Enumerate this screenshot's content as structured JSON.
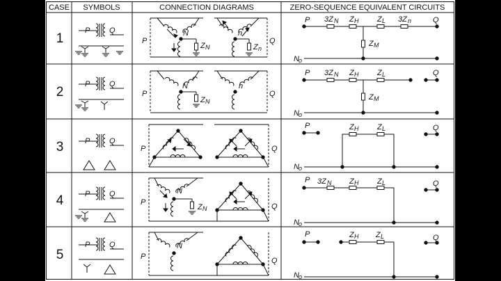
{
  "headers": {
    "case": "CASE",
    "symbols": "SYMBOLS",
    "connection": "CONNECTION DIAGRAMS",
    "zero_seq": "ZERO-SEQUENCE EQUIVALENT CIRCUITS"
  },
  "labels": {
    "p": "P",
    "q": "Q",
    "n_big": "N",
    "n_small": "n",
    "zn": "Z",
    "zn_sub": "N",
    "zn_small_sub": "n",
    "zh": "Z",
    "zh_sub": "H",
    "zl": "Z",
    "zl_sub": "L",
    "zm": "Z",
    "zm_sub": "M",
    "three_zn": "3Z",
    "three_zn_sub": "N",
    "three_zn_small_sub": "n",
    "no": "N",
    "no_sub": "o"
  },
  "cases": [
    {
      "number": "1",
      "symbols": "grounded-wye / grounded-wye",
      "zero_seq": "3ZN-ZH-ZL-3Zn series with ZM shunt"
    },
    {
      "number": "2",
      "symbols": "grounded-wye / wye",
      "zero_seq": "3ZN-ZH-ZL series with ZM shunt, Q open"
    },
    {
      "number": "3",
      "symbols": "delta / delta",
      "zero_seq": "ZH-ZL loop to reference, P and Q open"
    },
    {
      "number": "4",
      "symbols": "grounded-wye / delta",
      "zero_seq": "3ZN-ZH-ZL to reference, Q open"
    },
    {
      "number": "5",
      "symbols": "wye / delta",
      "zero_seq": "ZH-ZL to reference, P and Q open"
    }
  ],
  "colors": {
    "line": "#111111",
    "background": "#ffffff",
    "frame": "#000000"
  }
}
